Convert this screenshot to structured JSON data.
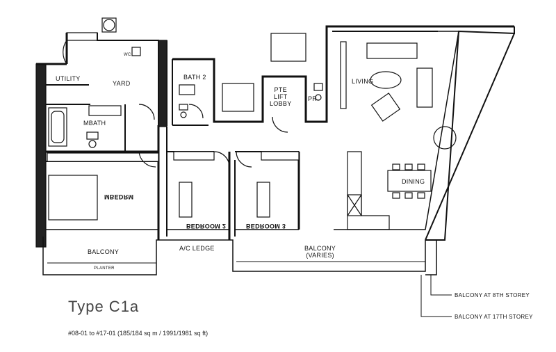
{
  "title": "Type C1a",
  "subtitle": "#08-01 to #17-01 (185/184 sq m / 1991/1981 sq ft)",
  "rooms": {
    "utility": "UTILITY",
    "yard": "YARD",
    "wc": "WC",
    "bath2": "BATH 2",
    "mbath": "MBATH",
    "pte_lift_lobby": "PTE\nLIFT\nLOBBY",
    "pr": "PR",
    "living": "LIVING",
    "dining": "DINING",
    "master_bedroom": "MBEDRM",
    "bedroom2": "BEDROOM 2",
    "bedroom3": "BEDROOM 3",
    "balcony_left": "BALCONY",
    "ac_ledge": "A/C LEDGE",
    "balcony_right": "BALCONY\n(VARIES)",
    "planter": "PLANTER"
  },
  "notes": {
    "balcony_8th": "BALCONY AT 8TH STOREY",
    "balcony_17th": "BALCONY AT 17TH STOREY"
  }
}
